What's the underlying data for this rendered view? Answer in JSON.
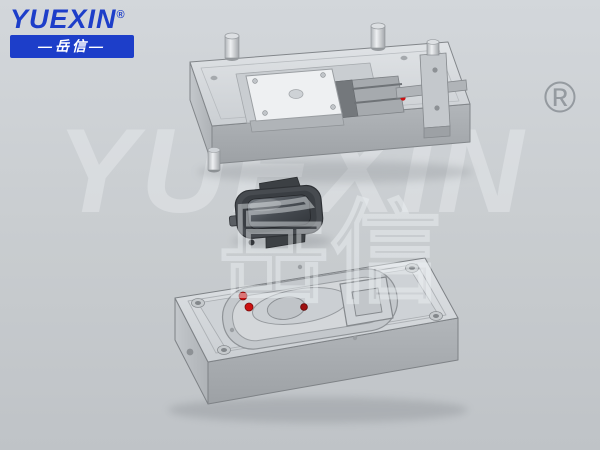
{
  "page": {
    "background": "#c9cdd1"
  },
  "logo": {
    "brand": "YUEXIN",
    "registered": "®",
    "chinese": "—岳信—"
  },
  "watermark": {
    "brand": "YUEXIN",
    "chinese": "岳信",
    "registered": "®"
  },
  "colors": {
    "brand_blue": "#1d3ec9",
    "red_dot": "#cc1111",
    "dark_red": "#9e1010",
    "metal_light": "#d7dade",
    "metal_mid": "#aeb2b6",
    "watch_body": "#474b50"
  }
}
